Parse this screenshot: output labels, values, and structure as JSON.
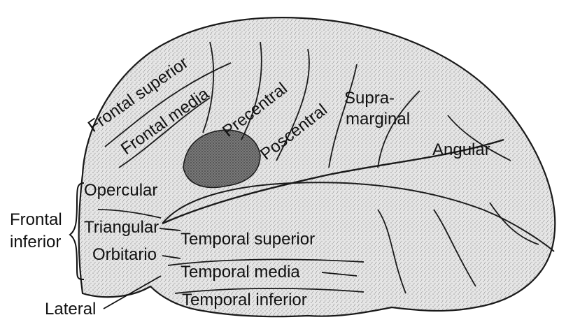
{
  "figure": {
    "labels": {
      "frontal_superior": "Frontal superior",
      "frontal_media": "Frontal media",
      "precentral": "Precentral",
      "poscentral": "Poscentral",
      "supra_line1": "Supra-",
      "supra_line2": "marginal",
      "angular": "Angular",
      "opercular": "Opercular",
      "triangular": "Triangular",
      "orbitario": "Orbitario",
      "frontal_inferior_line1": "Frontal",
      "frontal_inferior_line2": "inferior",
      "temporal_superior": "Temporal superior",
      "temporal_media": "Temporal media",
      "temporal_inferior": "Temporal inferior",
      "lateral": "Lateral"
    },
    "colors": {
      "ink": "#111111",
      "cortex_fill": "#d9d9d9",
      "highlight_area": "#6f6f6f",
      "paper": "#ffffff"
    }
  }
}
